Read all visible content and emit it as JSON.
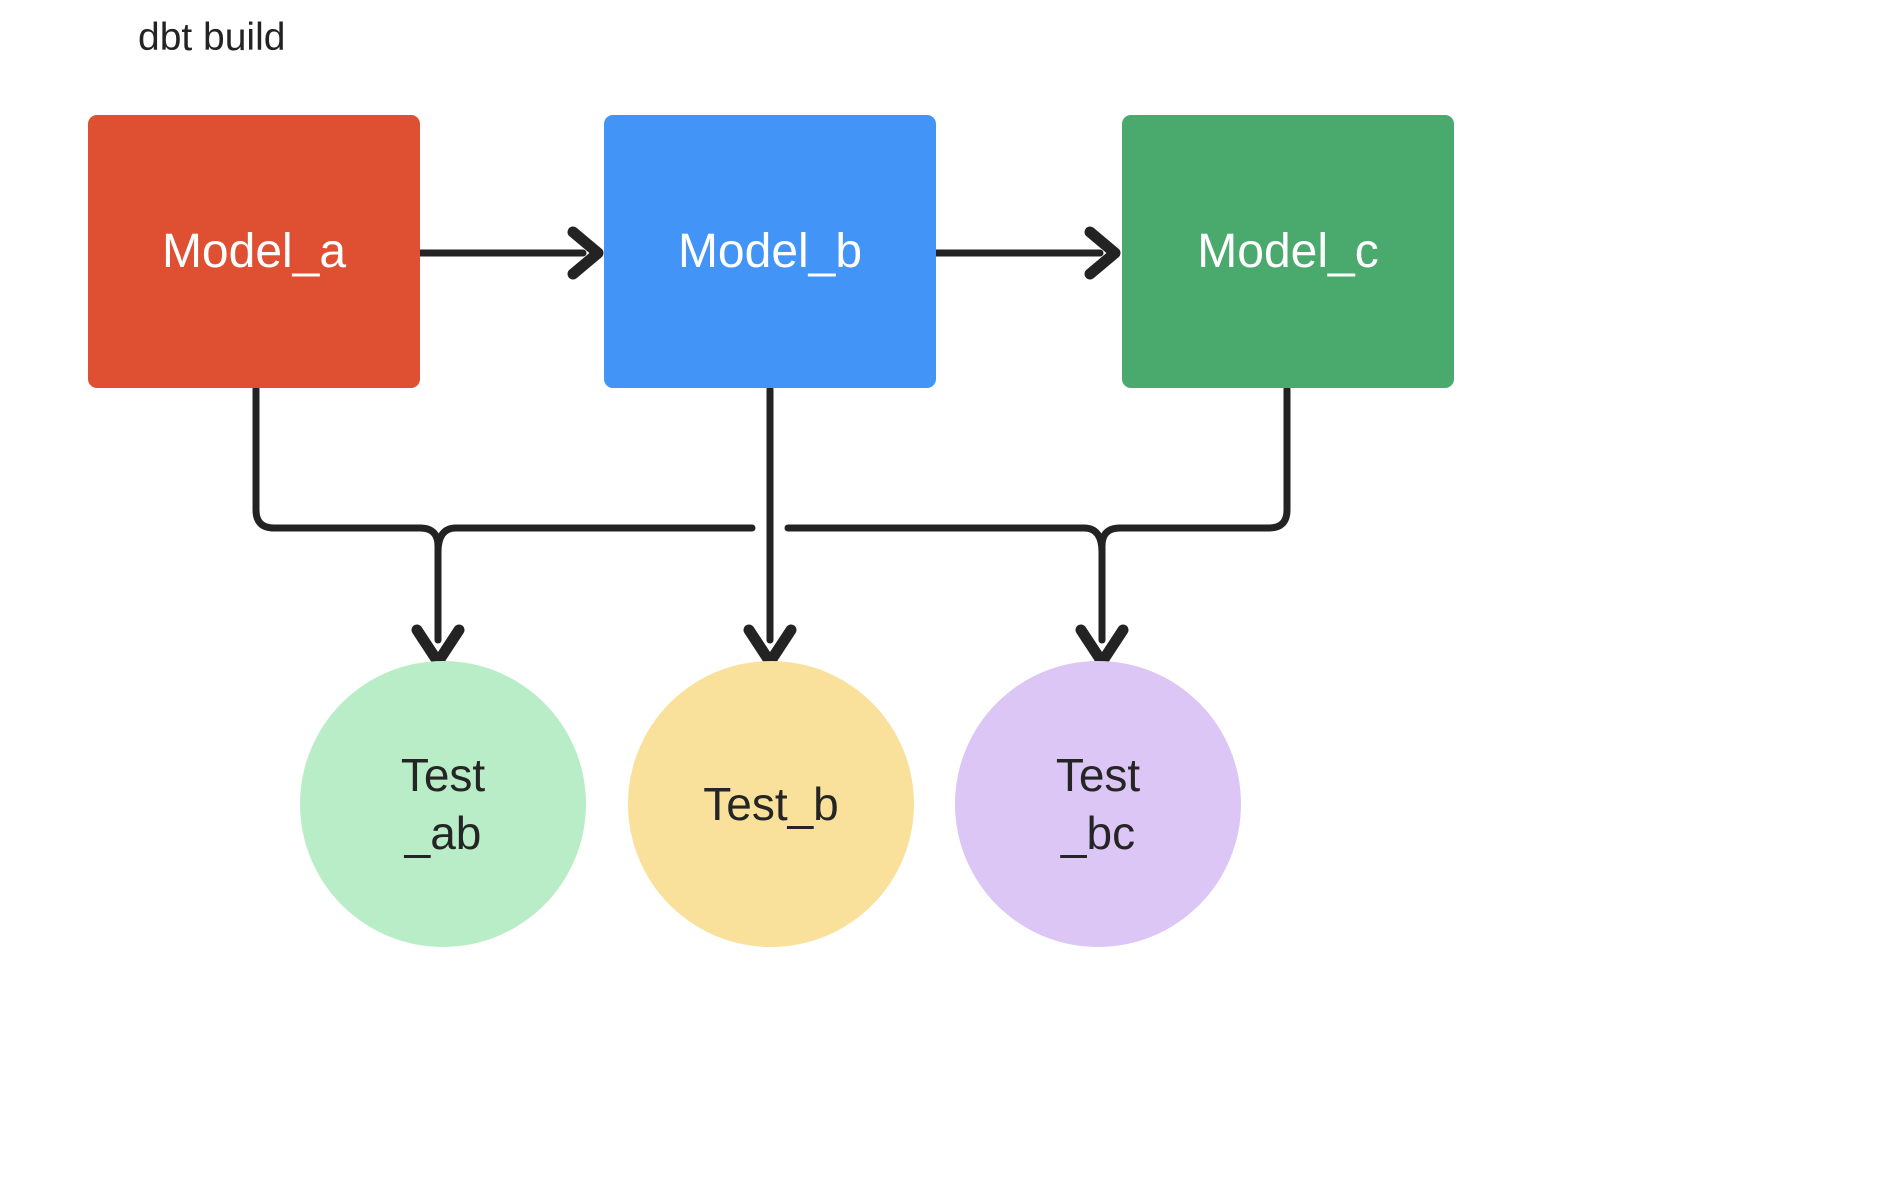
{
  "title": "dbt build",
  "theme": {
    "background": "#ffffff",
    "edge_color": "#232323",
    "title_color": "#232323",
    "model_label_color": "#ffffff",
    "test_label_color": "#252525"
  },
  "models": [
    {
      "id": "model_a",
      "label": "Model_a",
      "color": "#DF5032"
    },
    {
      "id": "model_b",
      "label": "Model_b",
      "color": "#4294F7"
    },
    {
      "id": "model_c",
      "label": "Model_c",
      "color": "#4AA96C"
    }
  ],
  "tests": [
    {
      "id": "test_ab",
      "label": "Test\n_ab",
      "color": "#B9EDC8"
    },
    {
      "id": "test_b",
      "label": "Test_b",
      "color": "#F9E09B"
    },
    {
      "id": "test_bc",
      "label": "Test\n_bc",
      "color": "#DCC6F5"
    }
  ],
  "edges": [
    {
      "from": "model_a",
      "to": "model_b",
      "kind": "dependency"
    },
    {
      "from": "model_b",
      "to": "model_c",
      "kind": "dependency"
    },
    {
      "from": "model_a",
      "to": "test_ab",
      "kind": "test"
    },
    {
      "from": "model_b",
      "to": "test_ab",
      "kind": "test"
    },
    {
      "from": "model_b",
      "to": "test_b",
      "kind": "test"
    },
    {
      "from": "model_b",
      "to": "test_bc",
      "kind": "test"
    },
    {
      "from": "model_c",
      "to": "test_bc",
      "kind": "test"
    }
  ]
}
